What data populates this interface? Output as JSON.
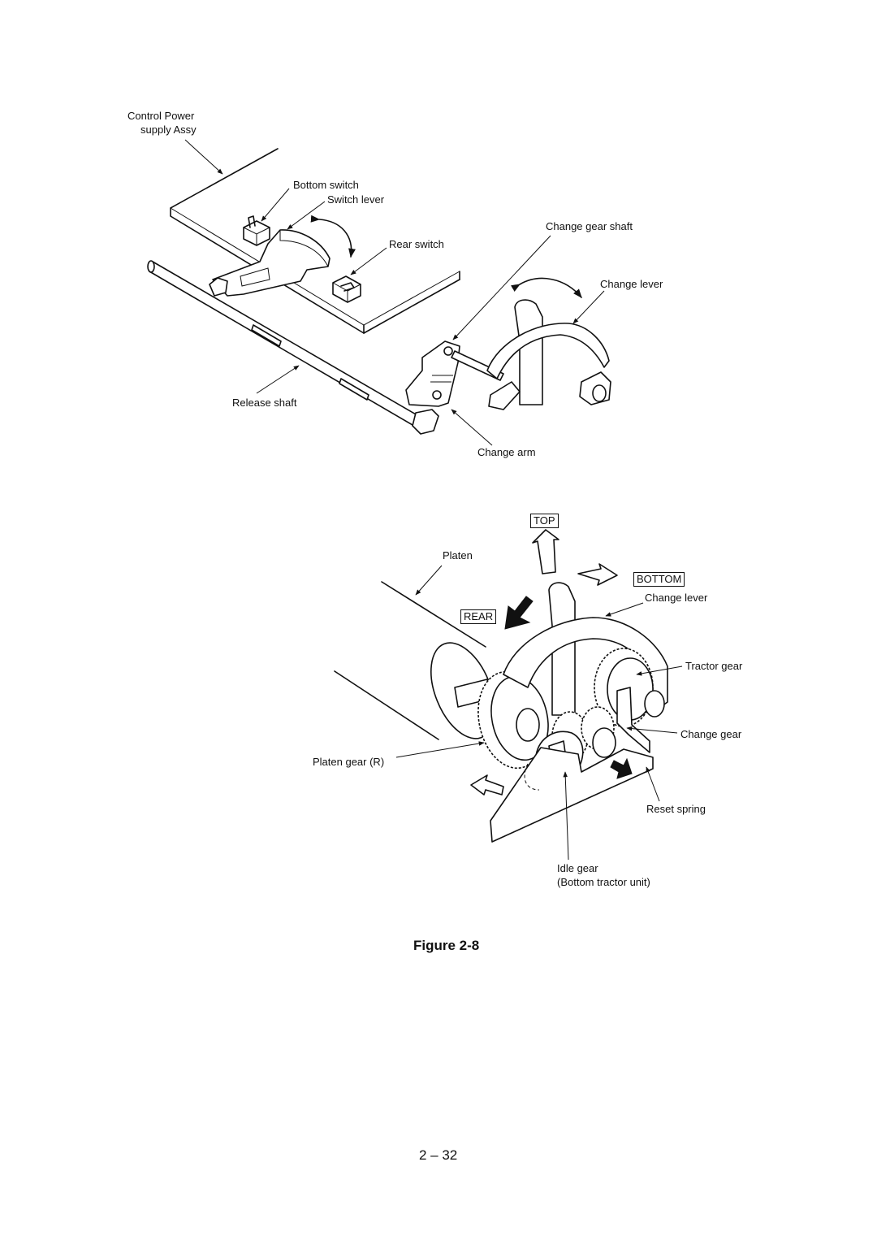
{
  "upper": {
    "control_power": "Control Power",
    "supply_assy": "supply Assy",
    "bottom_switch": "Bottom switch",
    "switch_lever": "Switch lever",
    "rear_switch": "Rear switch",
    "change_gear_shaft": "Change gear shaft",
    "change_lever": "Change lever",
    "release_shaft": "Release shaft",
    "change_arm": "Change arm"
  },
  "lower": {
    "top": "TOP",
    "platen": "Platen",
    "bottom": "BOTTOM",
    "change_lever": "Change lever",
    "rear": "REAR",
    "tractor_gear": "Tractor gear",
    "change_gear": "Change gear",
    "platen_gear_r": "Platen gear (R)",
    "reset_spring": "Reset spring",
    "idle_gear": "Idle gear",
    "bottom_tractor_unit": "(Bottom tractor unit)"
  },
  "caption": "Figure 2-8",
  "page_number": "2 – 32"
}
